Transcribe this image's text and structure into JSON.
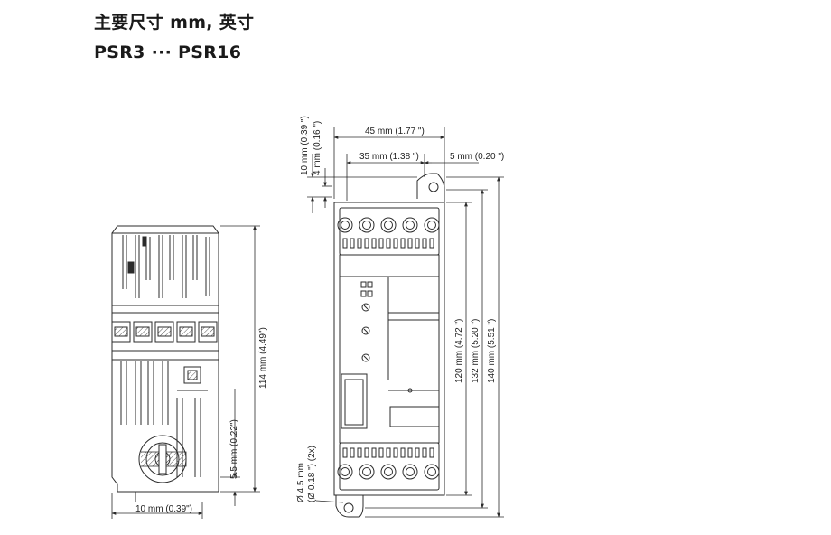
{
  "header": {
    "title": "主要尺寸 mm, 英寸",
    "subtitle": "PSR3 ··· PSR16"
  },
  "dimensions": {
    "side_height": "114 mm (4.49\")",
    "side_bottom_offset": "5.5 mm (0.22\")",
    "side_foot_width": "10 mm (0.39\")",
    "top_offset_a": "10 mm (0.39 \")",
    "top_offset_b": "4 mm (0.16 \")",
    "width_overall": "45 mm (1.77 \")",
    "width_inner": "35 mm (1.38 \")",
    "tab_offset": "5 mm (0.20 \")",
    "height_120": "120 mm (4.72 \")",
    "height_132": "132 mm (5.20 \")",
    "height_140": "140 mm (5.51 \")",
    "hole_diameter": "Ø 4.5 mm",
    "hole_diameter_imperial": "(Ø 0.18 \") (2x)"
  },
  "colors": {
    "line": "#2b2b2b",
    "text": "#1a1a1a",
    "background": "#ffffff"
  }
}
